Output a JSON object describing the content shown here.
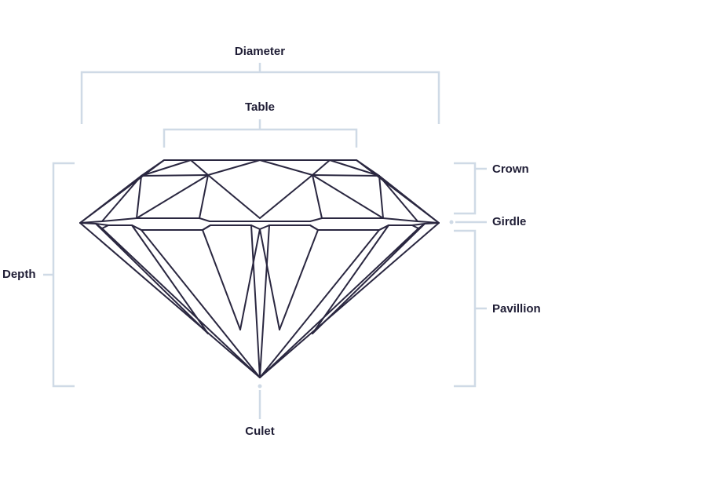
{
  "labels": {
    "diameter": "Diameter",
    "table": "Table",
    "crown": "Crown",
    "girdle": "Girdle",
    "depth": "Depth",
    "pavillion": "Pavillion",
    "culet": "Culet"
  },
  "colors": {
    "outline": "#2a2740",
    "bracket": "#cfdae6",
    "label": "#1f1d35",
    "background": "#ffffff"
  }
}
